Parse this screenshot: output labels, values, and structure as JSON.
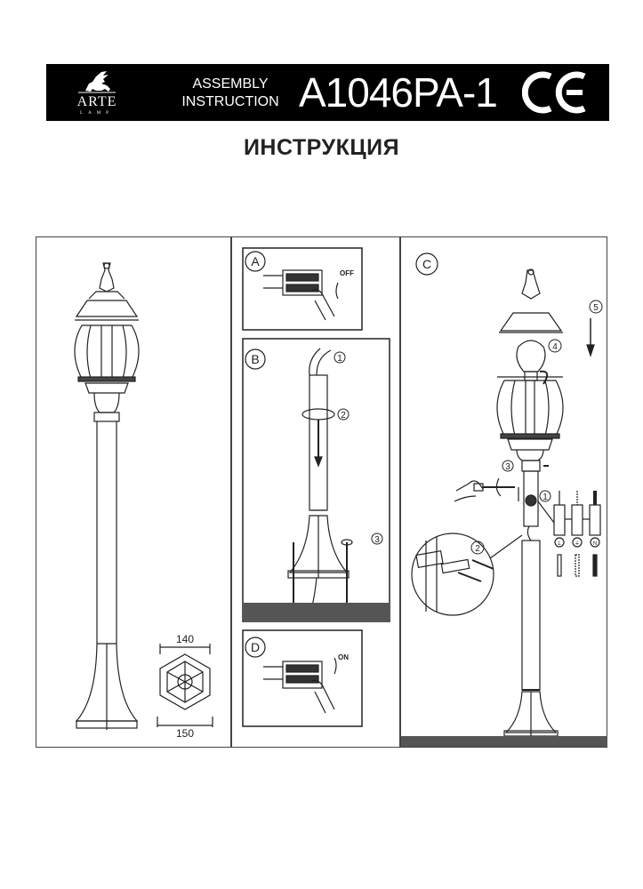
{
  "header": {
    "brand_name": "ARTE",
    "brand_sub": "LAMP",
    "assembly_line1": "ASSEMBLY",
    "assembly_line2": "INSTRUCTION",
    "model": "A1046PA-1",
    "certification": "CE"
  },
  "title": "ИНСТРУКЦИЯ",
  "panels": {
    "overview": {
      "dimension_top": "140",
      "dimension_bottom": "150"
    },
    "step_a": {
      "label": "A",
      "switch_text": "OFF"
    },
    "step_b": {
      "label": "B",
      "steps": [
        "1",
        "2",
        "3"
      ]
    },
    "step_c": {
      "label": "C",
      "steps": [
        "1",
        "2",
        "3",
        "4",
        "5"
      ],
      "terminals": [
        "L",
        "⏚",
        "N"
      ]
    },
    "step_d": {
      "label": "D",
      "switch_text": "ON"
    }
  },
  "colors": {
    "header_bg": "#000000",
    "line": "#222222"
  }
}
